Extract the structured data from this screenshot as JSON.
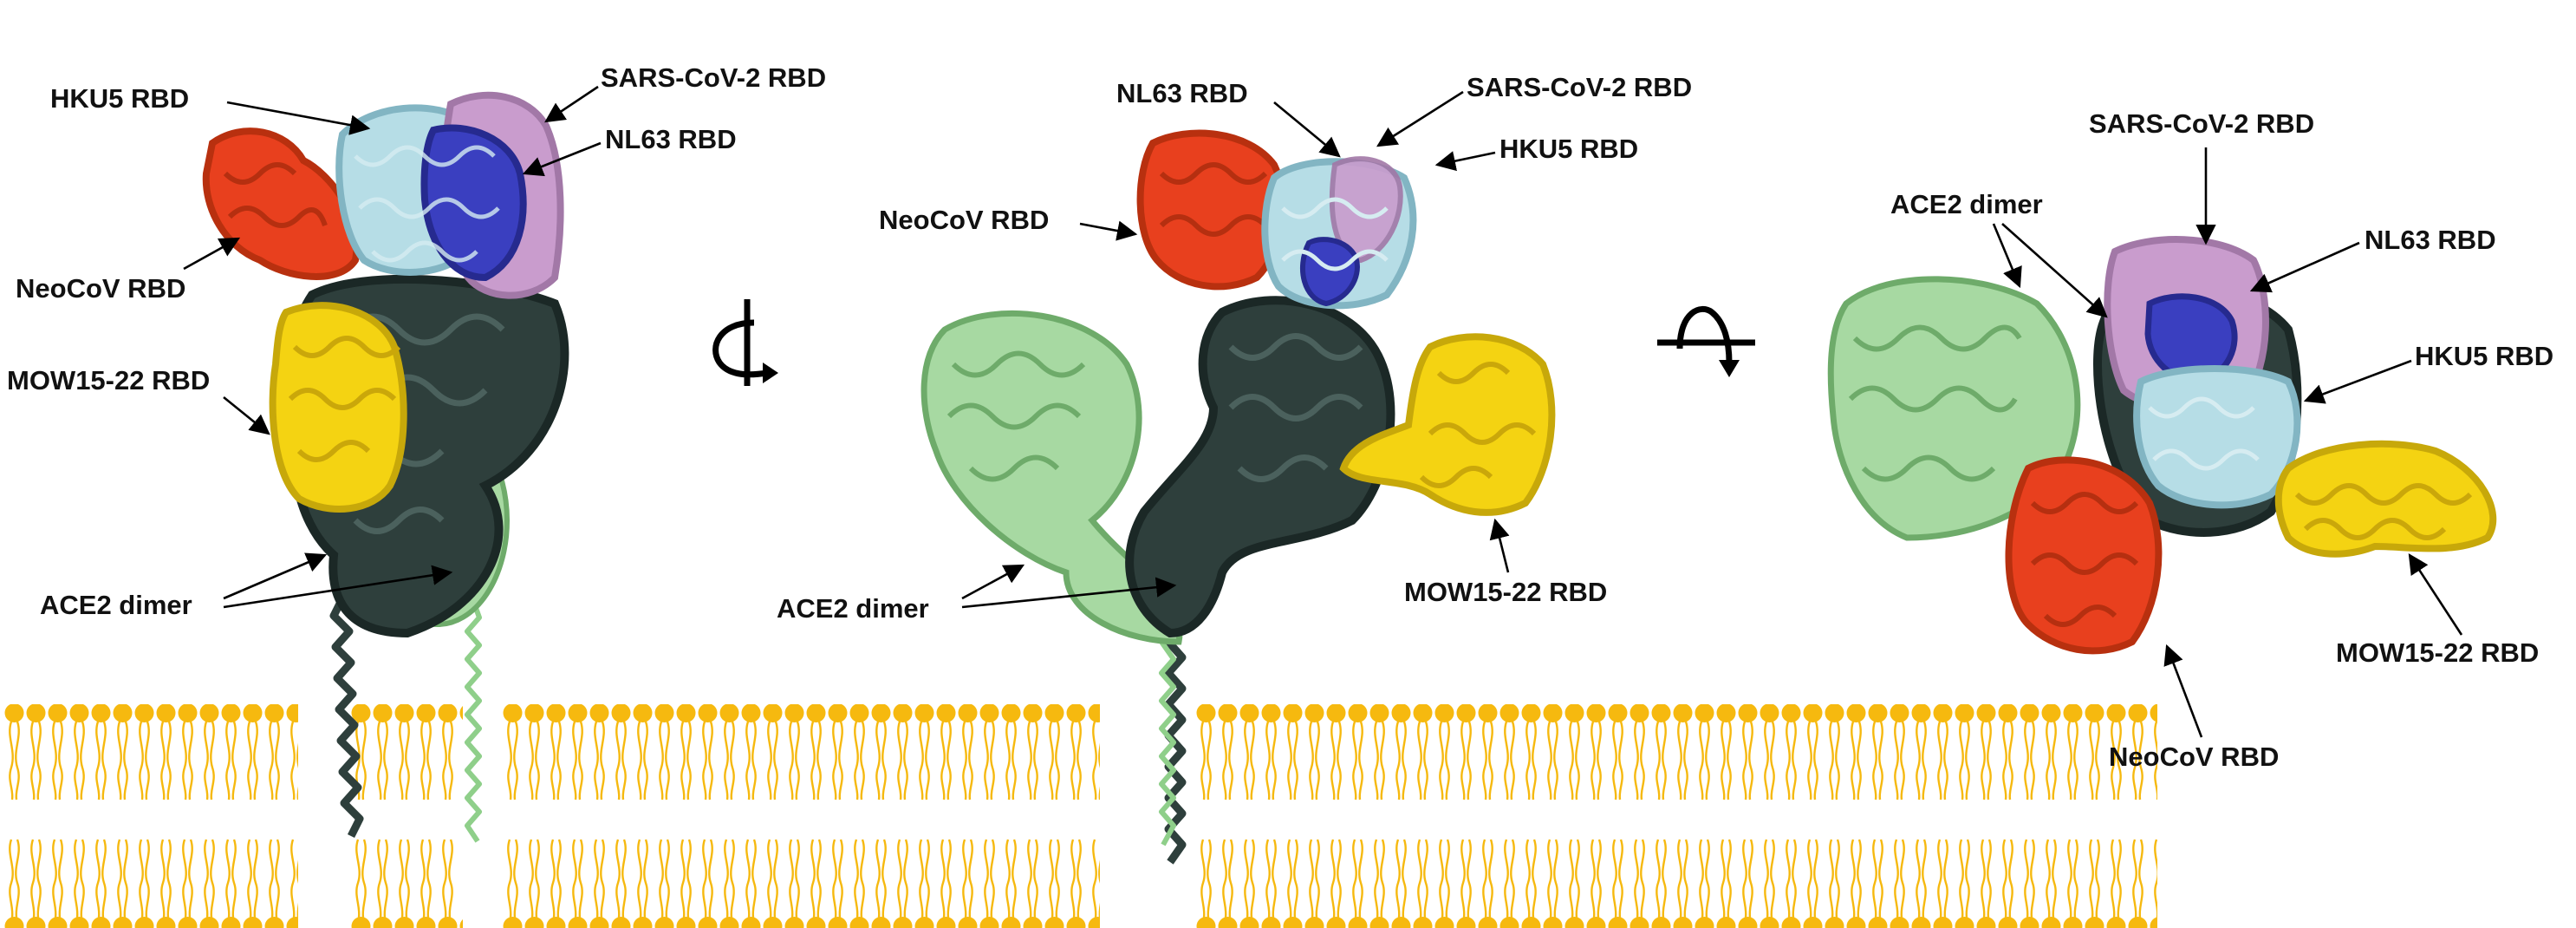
{
  "labels": {
    "sars": "SARS-CoV-2 RBD",
    "hku5": "HKU5 RBD",
    "nl63": "NL63 RBD",
    "neocov": "NeoCoV RBD",
    "mow": "MOW15-22 RBD",
    "ace2": "ACE2 dimer"
  },
  "colors": {
    "ace2_dark": "#2e3f3c",
    "ace2_light": "#8fcf8a",
    "sars": "#c99ccd",
    "hku5": "#b6dde6",
    "nl63": "#3a3fc0",
    "neocov": "#e8401e",
    "mow": "#f4d312",
    "membrane": "#f6b90f"
  },
  "icons": [
    "rotate-vertical-axis-icon",
    "rotate-horizontal-axis-icon"
  ]
}
